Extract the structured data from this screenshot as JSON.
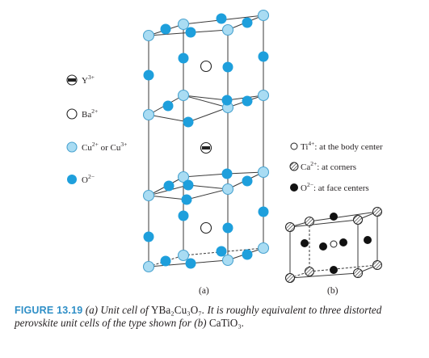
{
  "legend_a": {
    "y_ion": {
      "label": "Y",
      "charge": "3+"
    },
    "ba_ion": {
      "label": "Ba",
      "charge": "2+"
    },
    "cu_ion": {
      "label": "Cu",
      "charge": "2+",
      "connector": " or ",
      "label2": "Cu",
      "charge2": "3+"
    },
    "o_ion": {
      "label": "O",
      "charge": "2−"
    }
  },
  "legend_b": {
    "ti_ion": {
      "label": "Ti",
      "charge": "4+",
      "desc": ": at the body center"
    },
    "ca_ion": {
      "label": "Ca",
      "charge": "2+",
      "desc": ": at corners"
    },
    "o_ion": {
      "label": "O",
      "charge": "2−",
      "desc": ": at face centers"
    }
  },
  "panel_labels": {
    "a": "(a)",
    "b": "(b)"
  },
  "caption": {
    "label": "FIGURE 13.19",
    "part1": "(a) Unit cell of ",
    "formula_a": "YBa₂Cu₃O₇",
    "part2": ". It is roughly equivalent to three distorted perovskite unit cells of the type shown for (b) ",
    "formula_b": "CaTiO₃",
    "part3": "."
  },
  "colors": {
    "cu_fill": "#a9dcf3",
    "cu_stroke": "#4aa3cf",
    "o_fill": "#1e9fdc",
    "caption_accent": "#2f8fc7",
    "ca_fill": "#8a8a8a"
  }
}
